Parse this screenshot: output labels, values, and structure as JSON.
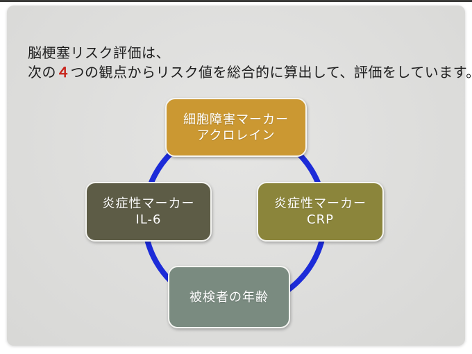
{
  "slide": {
    "background_color": "#dcdcda",
    "header": {
      "line1": "脳梗塞リスク評価は、",
      "line2_pre": "次の",
      "line2_highlight": "４",
      "line2_post": "つの観点からリスク値を総合的に算出して、評価をしています。",
      "text_color": "#1e1e1e",
      "highlight_color": "#c8251c"
    },
    "diagram": {
      "circle_color": "#1c2bd8",
      "boxes": [
        {
          "position": "top",
          "line1": "細胞障害マーカー",
          "line2": "アクロレイン",
          "color": "#cb9832"
        },
        {
          "position": "left",
          "line1": "炎症性マーカー",
          "line2": "IL-6",
          "color": "#5d5c46"
        },
        {
          "position": "right",
          "line1": "炎症性マーカー",
          "line2": "CRP",
          "color": "#8b853b"
        },
        {
          "position": "bottom",
          "line1": "被検者の年齢",
          "line2": "",
          "color": "#7a8b80"
        }
      ]
    }
  }
}
